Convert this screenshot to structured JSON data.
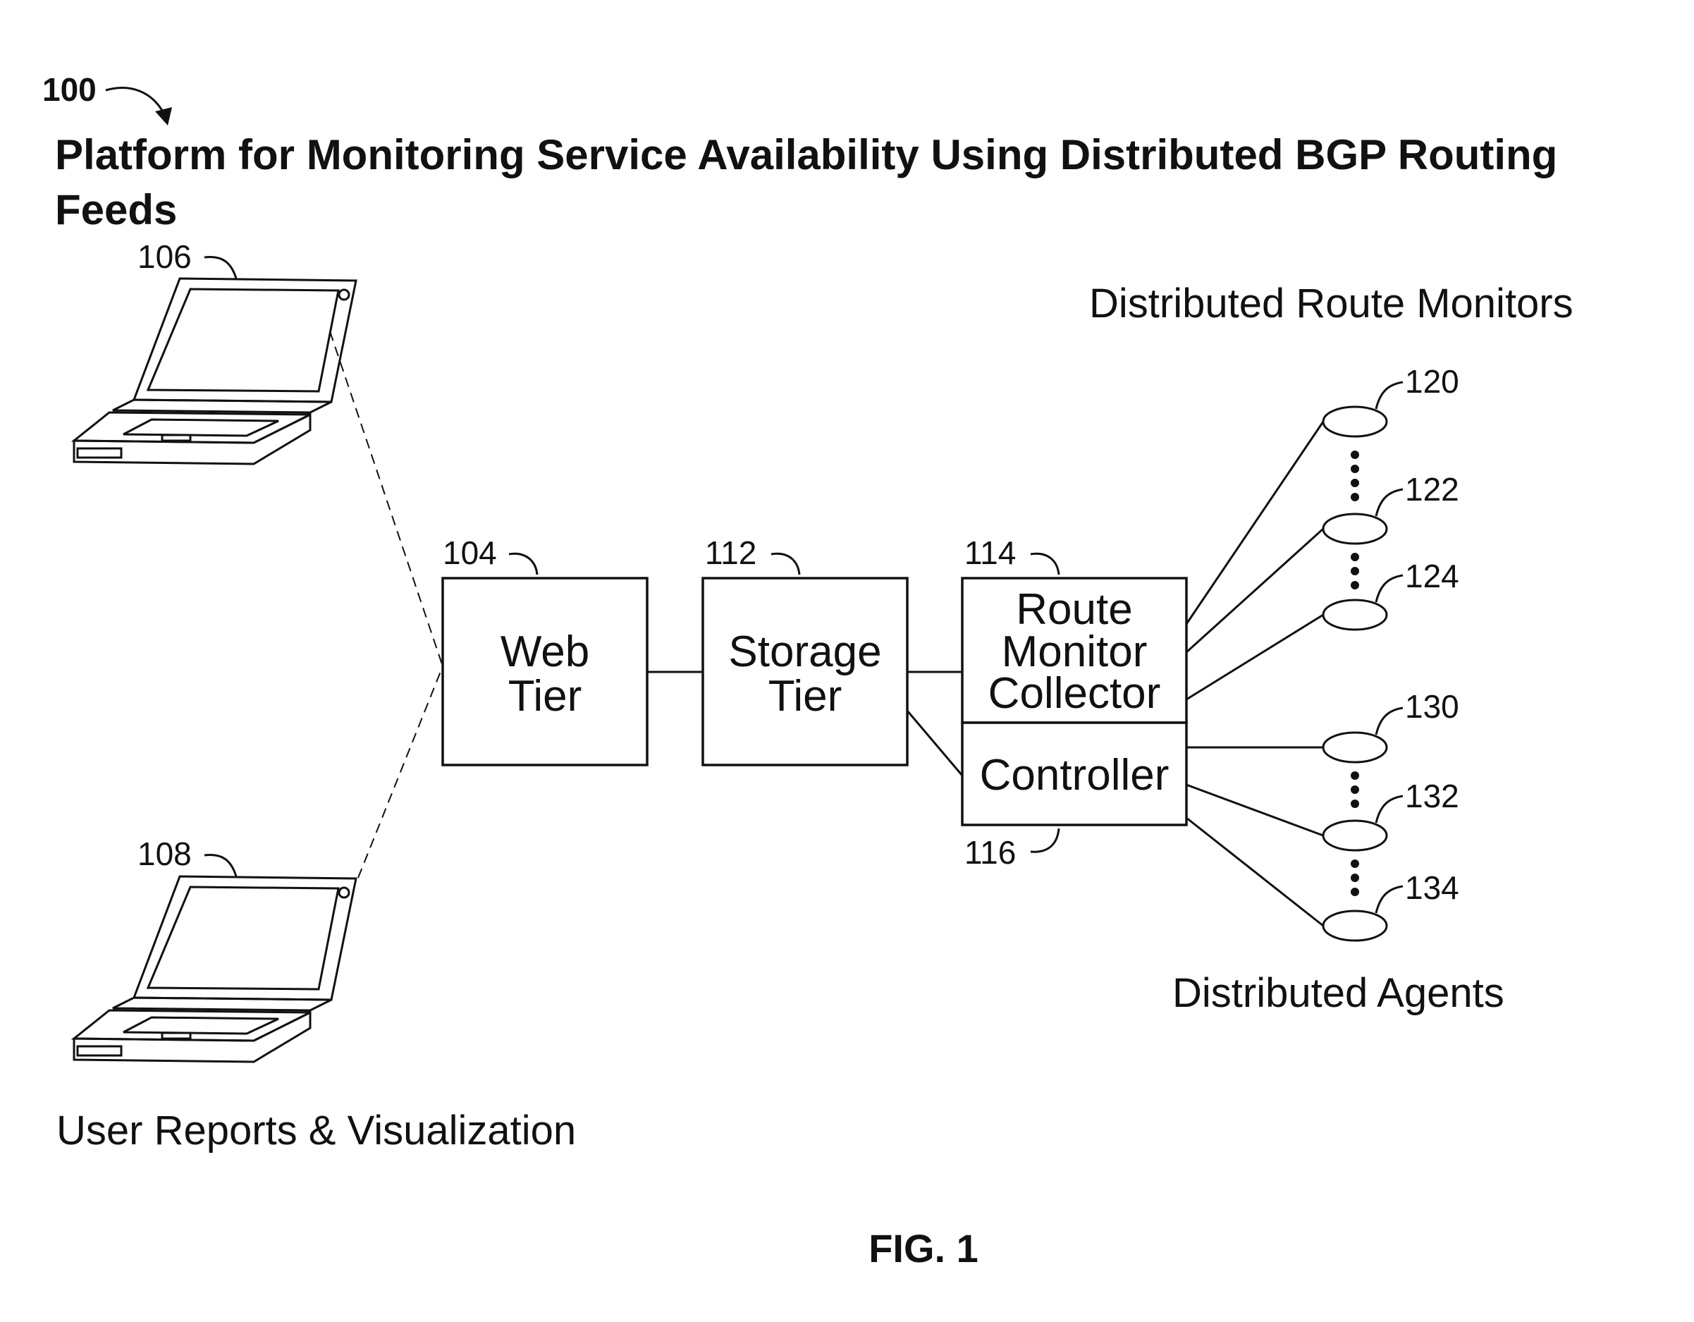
{
  "figure": {
    "ref": "100",
    "title_line1": "Platform for Monitoring Service Availability Using Distributed BGP Routing",
    "title_line2": "Feeds",
    "label": "FIG. 1"
  },
  "clients": {
    "laptop1_ref": "106",
    "laptop2_ref": "108",
    "caption": "User Reports & Visualization"
  },
  "web_tier": {
    "ref": "104",
    "line1": "Web",
    "line2": "Tier"
  },
  "storage_tier": {
    "ref": "112",
    "line1": "Storage",
    "line2": "Tier"
  },
  "collector": {
    "ref": "114",
    "line1": "Route",
    "line2": "Monitor",
    "line3": "Collector"
  },
  "controller": {
    "ref": "116",
    "label": "Controller"
  },
  "route_monitors": {
    "caption": "Distributed Route Monitors",
    "refs": [
      "120",
      "122",
      "124"
    ]
  },
  "agents": {
    "caption": "Distributed Agents",
    "refs": [
      "130",
      "132",
      "134"
    ]
  }
}
